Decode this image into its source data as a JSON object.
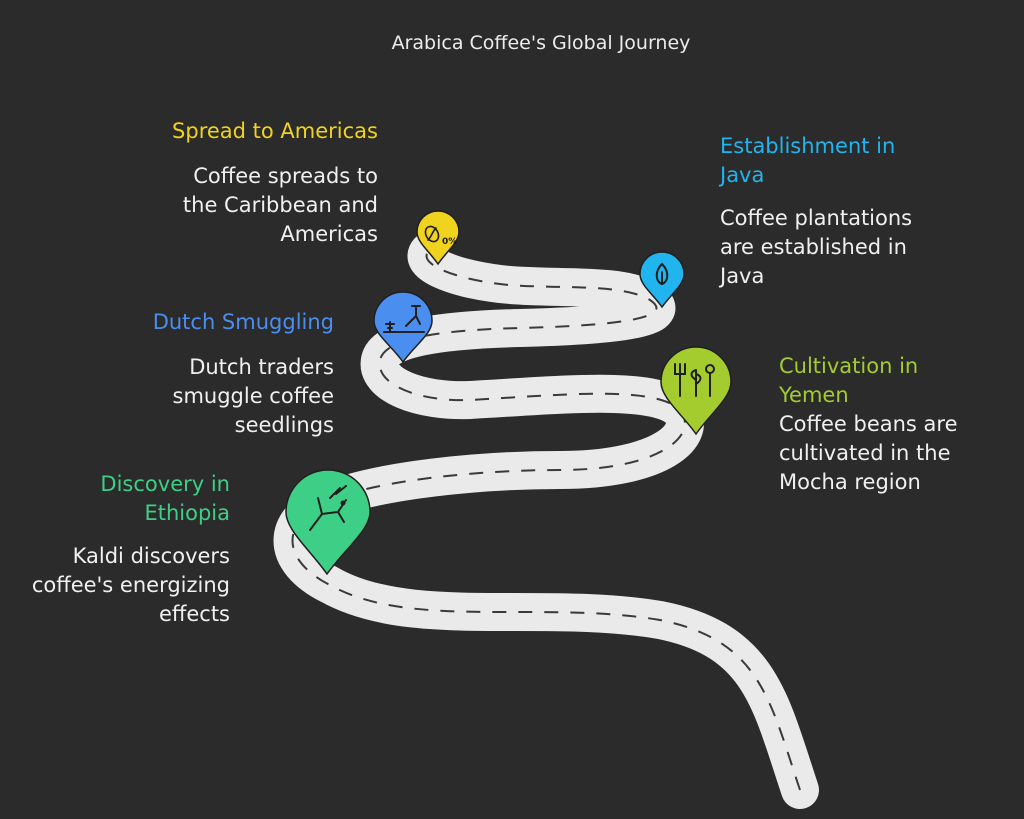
{
  "title": "Arabica Coffee's Global Journey",
  "colors": {
    "background": "#2b2b2b",
    "road": "#eaeaea",
    "road_dash": "#3a3a3a",
    "body_text": "#f0f0f0"
  },
  "milestones": [
    {
      "id": "discovery",
      "heading": "Discovery in Ethiopia",
      "heading_lines": [
        "Discovery in",
        "Ethiopia"
      ],
      "body_lines": [
        "Kaldi discovers",
        "coffee's energizing",
        "effects"
      ],
      "color": "#3ecf86",
      "icon": "antelope-icon"
    },
    {
      "id": "yemen",
      "heading": "Cultivation in Yemen",
      "heading_lines": [
        "Cultivation in",
        "Yemen"
      ],
      "body_lines": [
        "Coffee beans are",
        "cultivated in the",
        "Mocha region"
      ],
      "color": "#a4cc2e",
      "icon": "plant-tools-icon"
    },
    {
      "id": "dutch",
      "heading": "Dutch Smuggling",
      "heading_lines": [
        "Dutch Smuggling"
      ],
      "body_lines": [
        "Dutch traders",
        "smuggle coffee",
        "seedlings"
      ],
      "color": "#4a8ef0",
      "icon": "farmer-icon"
    },
    {
      "id": "java",
      "heading": "Establishment in Java",
      "heading_lines": [
        "Establishment in",
        "Java"
      ],
      "body_lines": [
        "Coffee plantations",
        "are established in",
        "Java"
      ],
      "color": "#21b4ee",
      "icon": "seed-icon"
    },
    {
      "id": "americas",
      "heading": "Spread to Americas",
      "heading_lines": [
        "Spread to Americas"
      ],
      "body_lines": [
        "Coffee spreads to",
        "the Caribbean and",
        "Americas"
      ],
      "color": "#f0d31e",
      "icon": "coffee-bean-percent-icon"
    }
  ]
}
